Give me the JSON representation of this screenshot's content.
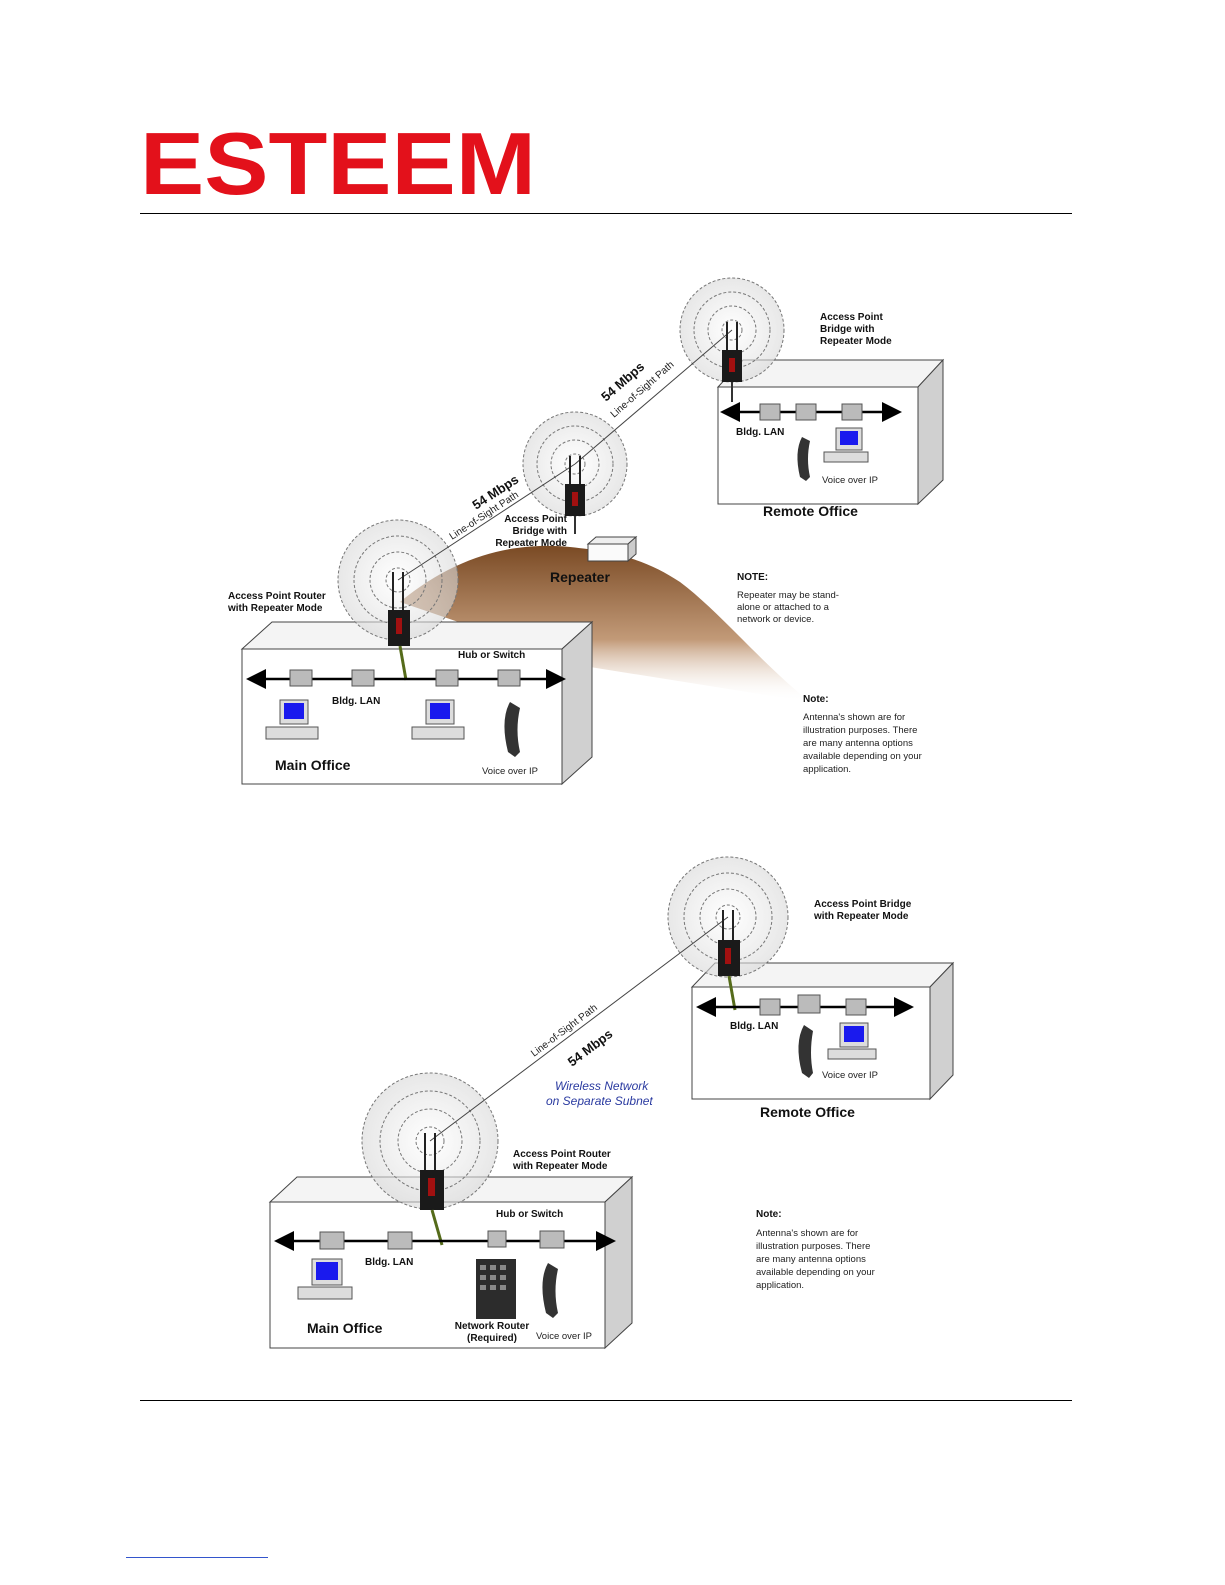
{
  "logo": {
    "text": "ESTEEM",
    "color": "#e3111b"
  },
  "diagram1": {
    "remote_radio_label": [
      "Access Point",
      "Bridge with",
      "Repeater Mode"
    ],
    "repeater_radio_label": [
      "Access Point",
      "Bridge with",
      "Repeater Mode"
    ],
    "main_radio_label": [
      "Access Point Router",
      "with Repeater Mode"
    ],
    "link1_speed": "54 Mbps",
    "link1_path": "Line-of-Sight Path",
    "link2_speed": "54 Mbps",
    "link2_path": "Line-of-Sight Path",
    "repeater": "Repeater",
    "remote_lan": "Bldg. LAN",
    "remote_voip": "Voice over IP",
    "remote_office": "Remote Office",
    "main_lan": "Bldg. LAN",
    "hub": "Hub or Switch",
    "main_voip": "Voice over IP",
    "main_office": "Main Office",
    "note1_title": "NOTE:",
    "note1_lines": [
      "Repeater may be stand-",
      "alone or attached to a",
      "network or device."
    ],
    "note2_title": "Note:",
    "note2_lines": [
      "Antenna's shown are for",
      "illustration purposes.  There",
      "are many antenna options",
      "available depending on your",
      "application."
    ],
    "hill_color": "#8a5a32"
  },
  "diagram2": {
    "remote_radio_label": [
      "Access Point Bridge",
      "with Repeater Mode"
    ],
    "link_path": "Line-of-Sight Path",
    "link_speed": "54 Mbps",
    "subnet": [
      "Wireless Network",
      "on Separate Subnet"
    ],
    "remote_lan": "Bldg. LAN",
    "remote_voip": "Voice over IP",
    "remote_office": "Remote Office",
    "main_radio_label": [
      "Access Point Router",
      "with Repeater Mode"
    ],
    "hub": "Hub or Switch",
    "main_lan": "Bldg. LAN",
    "router": [
      "Network Router",
      "(Required)"
    ],
    "main_voip": "Voice over IP",
    "main_office": "Main Office",
    "note_title": "Note:",
    "note_lines": [
      "Antenna's shown are for",
      "illustration purposes.  There",
      "are many antenna options",
      "available depending on your",
      "application."
    ]
  }
}
